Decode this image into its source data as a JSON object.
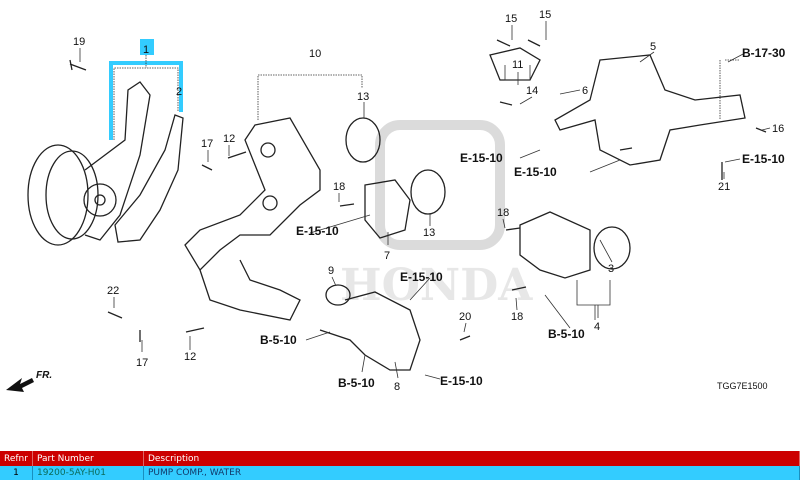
{
  "diagram": {
    "code": "TGG7E1500",
    "front_label": "FR.",
    "watermark": "HONDA",
    "highlight_color": "#33ccff",
    "callouts": [
      "19",
      "1",
      "2",
      "10",
      "13",
      "17",
      "12",
      "18",
      "7",
      "13",
      "9",
      "22",
      "20",
      "17",
      "12",
      "8",
      "15",
      "15",
      "11",
      "14",
      "6",
      "5",
      "16",
      "21",
      "18",
      "3",
      "18",
      "4"
    ],
    "refs": [
      "E-15-10",
      "E-15-10",
      "B-5-10",
      "B-5-10",
      "E-15-10",
      "E-15-10",
      "E-15-10",
      "E-15-10",
      "B-17-30",
      "B-5-10"
    ]
  },
  "table": {
    "headers": {
      "refnr": "Refnr",
      "part_number": "Part Number",
      "description": "Description"
    },
    "rows": [
      {
        "refnr": "1",
        "part_number": "19200-5AY-H01",
        "description": "PUMP COMP., WATER"
      }
    ],
    "header_color": "#cc0000",
    "row_color": "#33ccff"
  }
}
